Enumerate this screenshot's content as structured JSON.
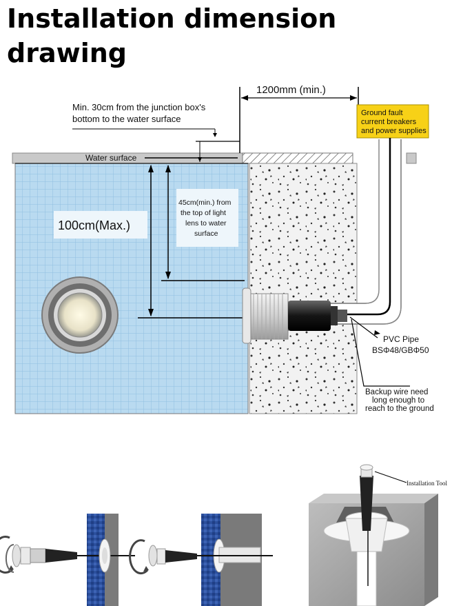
{
  "title": "Installation dimension drawing",
  "labels": {
    "width_min": "1200mm (min.)",
    "junction_line1": "Min. 30cm from the junction box's",
    "junction_line2": "bottom to the water surface",
    "ground_line1": "Ground fault",
    "ground_line2": "current breakers",
    "ground_line3": "and power supplies",
    "water_surface": "Water surface",
    "depth_max": "100cm(Max.)",
    "lens_line1": "45cm(min.) from",
    "lens_line2": "the top of light",
    "lens_line3": "lens to water",
    "lens_line4": "surface",
    "pvc_line1": "PVC Pipe",
    "pvc_line2": "BSΦ48/GBΦ50",
    "backup_line1": "Backup wire need",
    "backup_line2": "long enough to",
    "backup_line3": "reach to the ground",
    "tool": "Installation Tool"
  },
  "colors": {
    "pool_tile": "#b9daf0",
    "tile_grid": "#8fbfe0",
    "concrete": "#f2f2f2",
    "note_box": "#f7d117",
    "pipe": "#ffffff"
  }
}
